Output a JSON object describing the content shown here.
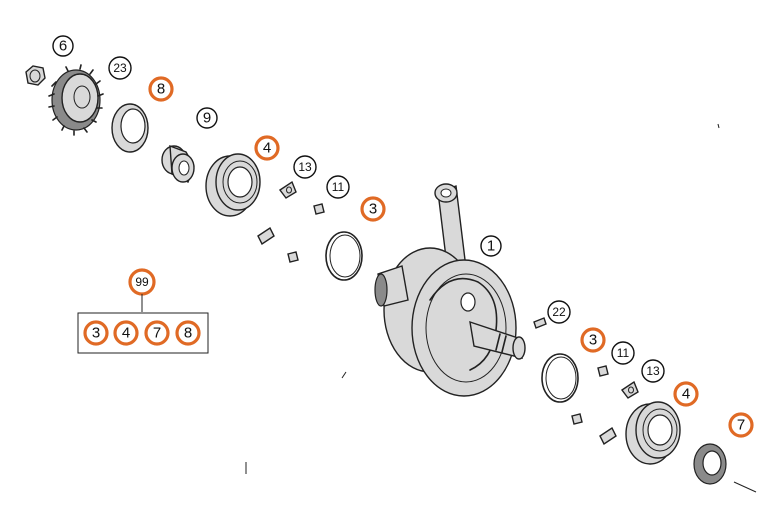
{
  "diagram": {
    "callouts": [
      {
        "key": "c6",
        "text": "6"
      },
      {
        "key": "c23",
        "text": "23"
      },
      {
        "key": "c8",
        "text": "8"
      },
      {
        "key": "c9",
        "text": "9"
      },
      {
        "key": "c4a",
        "text": "4"
      },
      {
        "key": "c13a",
        "text": "13"
      },
      {
        "key": "c11a",
        "text": "11"
      },
      {
        "key": "c3a",
        "text": "3"
      },
      {
        "key": "c1",
        "text": "1"
      },
      {
        "key": "c22",
        "text": "22"
      },
      {
        "key": "c3b",
        "text": "3"
      },
      {
        "key": "c11b",
        "text": "11"
      },
      {
        "key": "c13b",
        "text": "13"
      },
      {
        "key": "c4b",
        "text": "4"
      },
      {
        "key": "c7",
        "text": "7"
      },
      {
        "key": "c99",
        "text": "99"
      }
    ],
    "kit": {
      "label": "99",
      "items": [
        "3",
        "4",
        "7",
        "8"
      ]
    },
    "highlight_color": "#e06a25"
  }
}
